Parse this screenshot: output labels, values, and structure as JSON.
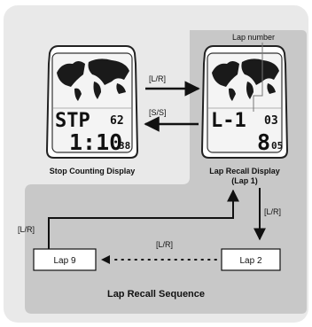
{
  "left_watch": {
    "top_left": "STP",
    "top_right": "62",
    "bottom_main": "1:10",
    "bottom_small": "38",
    "caption": "Stop Counting Display"
  },
  "right_watch": {
    "top_left": "L-1",
    "top_right": "03",
    "bottom_main": "8",
    "bottom_small": "05",
    "caption_line1": "Lap Recall Display",
    "caption_line2": "(Lap 1)",
    "callout": "Lap number"
  },
  "arrows": {
    "to_right": "[L/R]",
    "to_left": "[S/S]",
    "down": "[L/R]",
    "left_up": "[L/R]",
    "dotted": "[L/R]"
  },
  "sequence": {
    "lap9": "Lap 9",
    "lap2": "Lap 2",
    "title": "Lap Recall Sequence"
  }
}
